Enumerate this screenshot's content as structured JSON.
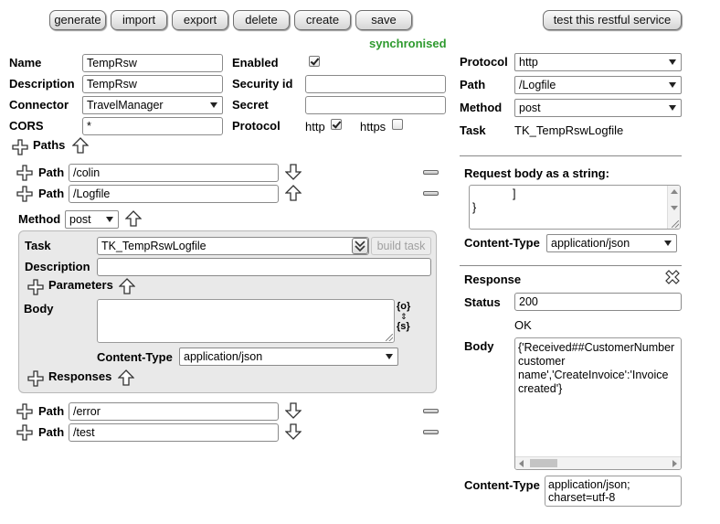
{
  "toolbar": {
    "generate": "generate",
    "import": "import",
    "export": "export",
    "delete": "delete",
    "create": "create",
    "save": "save",
    "test": "test this restful service"
  },
  "status": {
    "text": "synchronised",
    "color": "#2e9a2e"
  },
  "form": {
    "name_label": "Name",
    "name_value": "TempRsw",
    "description_label": "Description",
    "description_value": "TempRsw",
    "connector_label": "Connector",
    "connector_value": "TravelManager",
    "cors_label": "CORS",
    "cors_value": "*",
    "enabled_label": "Enabled",
    "enabled": true,
    "security_label": "Security id",
    "security_value": "",
    "secret_label": "Secret",
    "secret_value": "",
    "protocol_label": "Protocol",
    "http_label": "http",
    "http_checked": true,
    "https_label": "https",
    "https_checked": false
  },
  "paths": {
    "heading": "Paths",
    "path_label": "Path",
    "items": [
      "/colin",
      "/Logfile",
      "/error",
      "/test"
    ],
    "method_label": "Method",
    "method_value": "post"
  },
  "task_panel": {
    "task_label": "Task",
    "task_value": "TK_TempRswLogfile",
    "build_task": "build task",
    "description_label": "Description",
    "description_value": "",
    "parameters_label": "Parameters",
    "body_label": "Body",
    "body_value": "",
    "side_o": "{o}",
    "side_s": "{s}",
    "content_type_label": "Content-Type",
    "content_type_value": "application/json",
    "responses_label": "Responses"
  },
  "right": {
    "protocol_label": "Protocol",
    "protocol_value": "http",
    "path_label": "Path",
    "path_value": "/Logfile",
    "method_label": "Method",
    "method_value": "post",
    "task_label": "Task",
    "task_value": "TK_TempRswLogfile",
    "request_label": "Request body as a string:",
    "request_line1": "]",
    "request_line2": "}",
    "content_type_label": "Content-Type",
    "content_type_value": "application/json",
    "response_label": "Response",
    "status_label": "Status",
    "status_value": "200",
    "status_text": "OK",
    "body_label": "Body",
    "body_lines": [
      "{'Received##CustomerNumber",
      "customer",
      "name','CreateInvoice':'Invoice",
      "created'}"
    ],
    "resp_content_type_label": "Content-Type",
    "resp_content_type_lines": [
      "application/json;",
      "charset=utf-8"
    ]
  }
}
